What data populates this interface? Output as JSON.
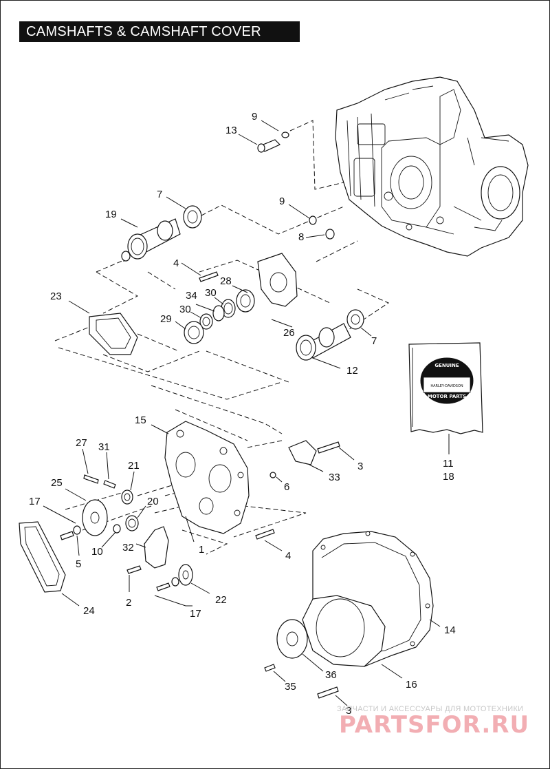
{
  "title": "CAMSHAFTS & CAMSHAFT COVER",
  "callouts": {
    "c9a": "9",
    "c13": "13",
    "c7a": "7",
    "c19": "19",
    "c9b": "9",
    "c8": "8",
    "c4a": "4",
    "c28": "28",
    "c34": "34",
    "c30a": "30",
    "c23": "23",
    "c30b": "30",
    "c29": "29",
    "c26": "26",
    "c7b": "7",
    "c12": "12",
    "c15": "15",
    "c27": "27",
    "c31": "31",
    "c21": "21",
    "c3a": "3",
    "c33": "33",
    "c6": "6",
    "c11": "11",
    "c18": "18",
    "c25": "25",
    "c20": "20",
    "c17a": "17",
    "c10": "10",
    "c32": "32",
    "c1": "1",
    "c4b": "4",
    "c5": "5",
    "c2": "2",
    "c22": "22",
    "c17b": "17",
    "c24": "24",
    "c14": "14",
    "c36": "36",
    "c16": "16",
    "c35": "35",
    "c3b": "3"
  },
  "logo": {
    "line1": "GENUINE",
    "line2": "MOTOR PARTS"
  },
  "watermark": {
    "subtitle": "ЗАПЧАСТИ И АКСЕССУАРЫ ДЛЯ МОТОТЕХНИКИ",
    "brand": "PARTSFOR.RU"
  }
}
